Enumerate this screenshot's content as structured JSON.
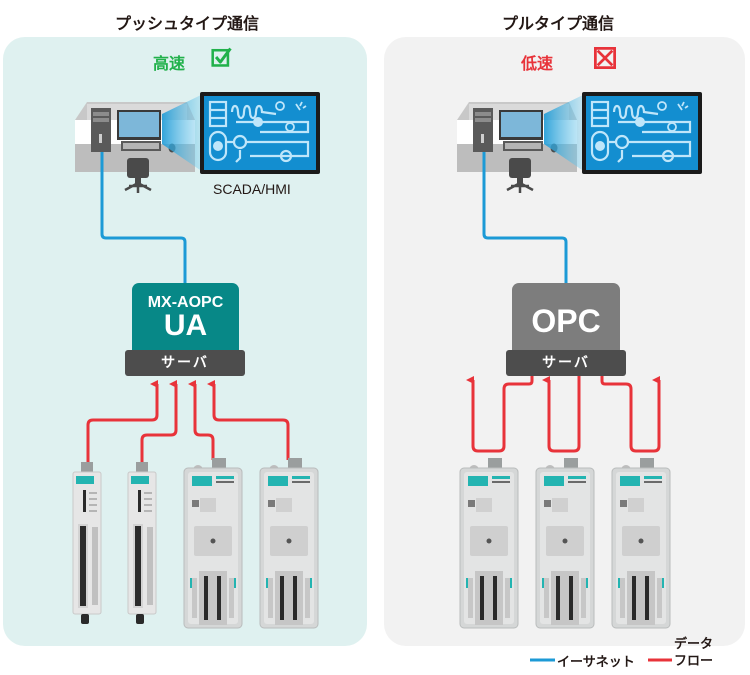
{
  "diagram": {
    "push": {
      "title": "プッシュタイプ通信",
      "speed_label": "高速",
      "speed_icon": "checkbox-checked-icon",
      "speed_color": "#21b14b",
      "hmi_label": "SCADA/HMI",
      "server_name_line1": "MX-AOPC",
      "server_name_line2": "UA",
      "server_label": "サーバ",
      "server_color": "#078887",
      "device_count": 4,
      "flow": "devices push data to server"
    },
    "pull": {
      "title": "プルタイプ通信",
      "speed_label": "低速",
      "speed_icon": "checkbox-x-icon",
      "speed_color": "#e8333a",
      "server_name": "OPC",
      "server_label": "サーバ",
      "server_color": "#7d7d7d",
      "device_count": 3,
      "flow": "server polls devices, devices reply"
    },
    "legend": {
      "ethernet_label": "イーサネット",
      "ethernet_color": "#1c9ad6",
      "dataflow_label_line1": "データ",
      "dataflow_label_line2": "フロー",
      "dataflow_color": "#e8333a"
    },
    "panel_colors": {
      "push_bg": "#dff1f0",
      "pull_bg": "#f2f2f2"
    }
  }
}
